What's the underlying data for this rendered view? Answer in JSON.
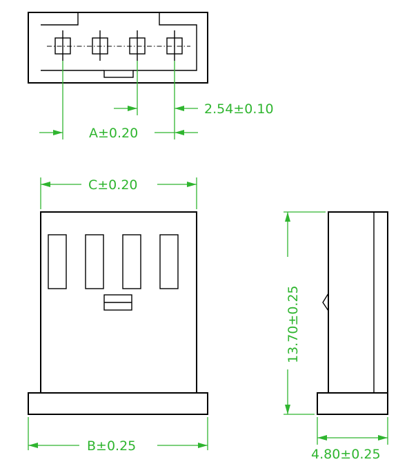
{
  "dimensions": {
    "pitch": "2.54±0.10",
    "a": "A±0.20",
    "c": "C±0.20",
    "b": "B±0.25",
    "height": "13.70±0.25",
    "depth": "4.80±0.25"
  },
  "colors": {
    "dimension": "#2fb52f",
    "outline": "#000000",
    "background": "#ffffff"
  }
}
